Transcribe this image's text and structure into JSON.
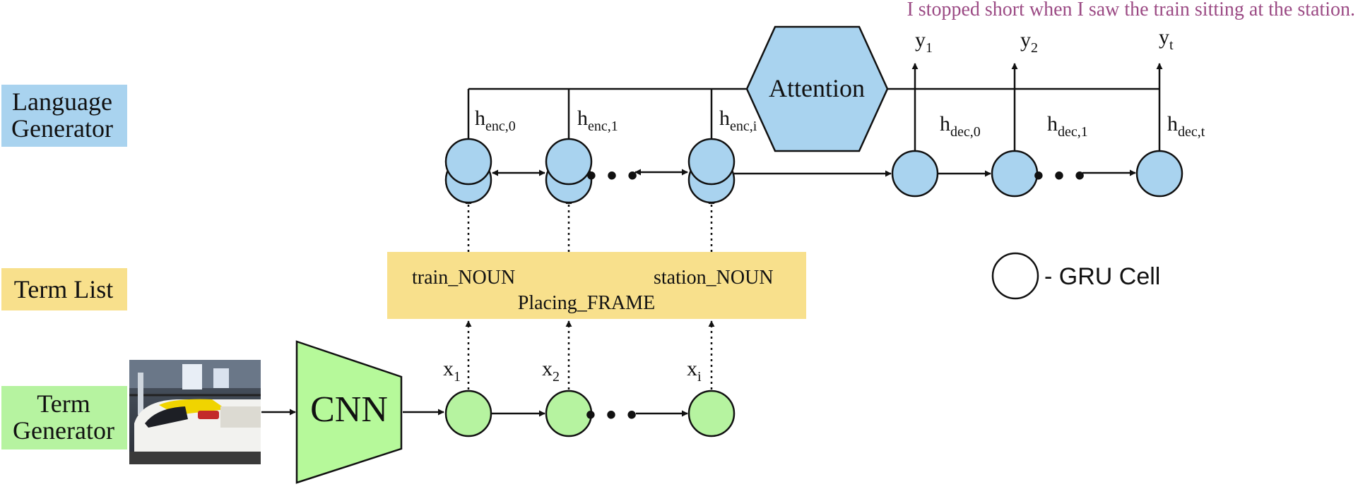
{
  "caption": "I stopped short when I saw the train sitting at the station.",
  "colors": {
    "language_generator": "#a9d3ef",
    "term_list": "#f8e08c",
    "term_generator": "#b6f3a0",
    "encoder_cell": "#a9d3ef",
    "decoder_cell": "#a9d3ef",
    "term_cell": "#b6f3a0",
    "attention": "#a9d3ef",
    "cnn": "#b6f99a",
    "caption": "#9b4a84"
  },
  "row_labels": {
    "language_generator": [
      "Language",
      "Generator"
    ],
    "term_list": "Term List",
    "term_generator": [
      "Term",
      "Generator"
    ]
  },
  "cnn_label": "CNN",
  "attention_label": "Attention",
  "term_list_items": {
    "noun_1": "train_NOUN",
    "noun_2": "station_NOUN",
    "frame": "Placing_FRAME"
  },
  "term_inputs": [
    {
      "base": "x",
      "sub": "1"
    },
    {
      "base": "x",
      "sub": "2"
    },
    {
      "base": "x",
      "sub": "i"
    }
  ],
  "encoder_states": [
    {
      "base": "h",
      "sub": "enc,0"
    },
    {
      "base": "h",
      "sub": "enc,1"
    },
    {
      "base": "h",
      "sub": "enc,i"
    }
  ],
  "decoder_states": [
    {
      "base": "h",
      "sub": "dec,0"
    },
    {
      "base": "h",
      "sub": "dec,1"
    },
    {
      "base": "h",
      "sub": "dec,t"
    }
  ],
  "outputs": [
    {
      "base": "y",
      "sub": "1"
    },
    {
      "base": "y",
      "sub": "2"
    },
    {
      "base": "y",
      "sub": "t"
    }
  ],
  "ellipsis": "• • •",
  "legend": "- GRU Cell",
  "image": "train-photo"
}
